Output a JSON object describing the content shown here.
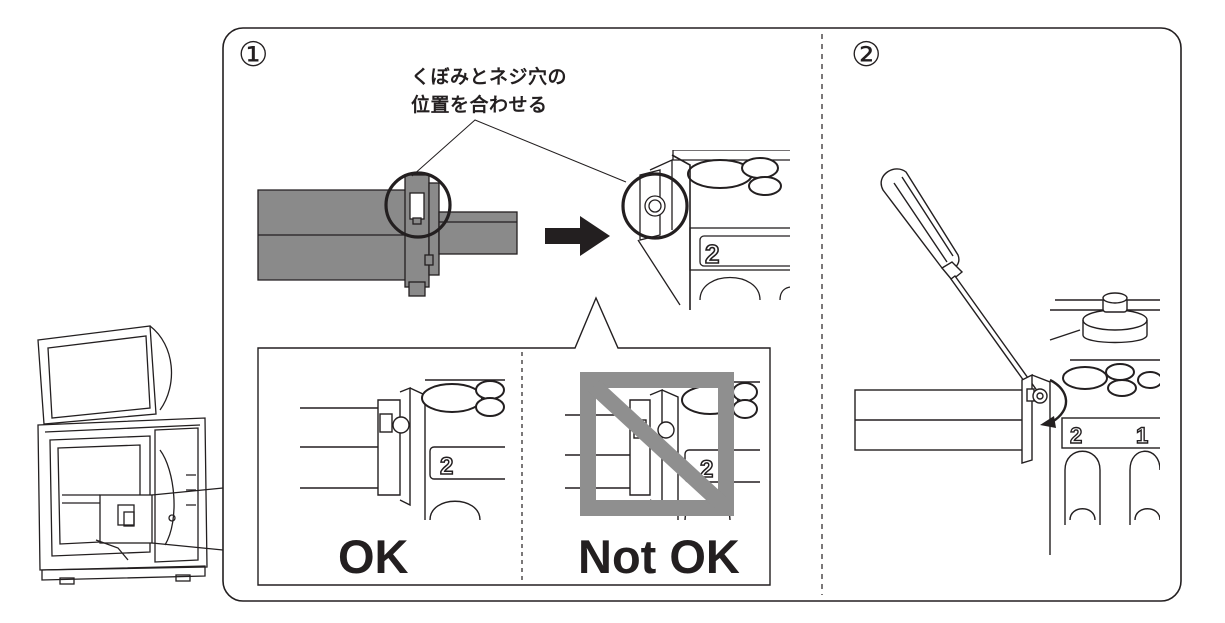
{
  "steps": [
    {
      "number": "①",
      "callout": "くぼみとネジ穴の\n位置を合わせる"
    },
    {
      "number": "②"
    }
  ],
  "comparison": {
    "ok_label": "OK",
    "ng_label": "Not OK"
  },
  "slot_labels": {
    "slot_a": "2",
    "slot_b": "1"
  },
  "colors": {
    "line": "#231f20",
    "shaft": "#8a8a8a",
    "prohibit": "#8f8f8f"
  }
}
